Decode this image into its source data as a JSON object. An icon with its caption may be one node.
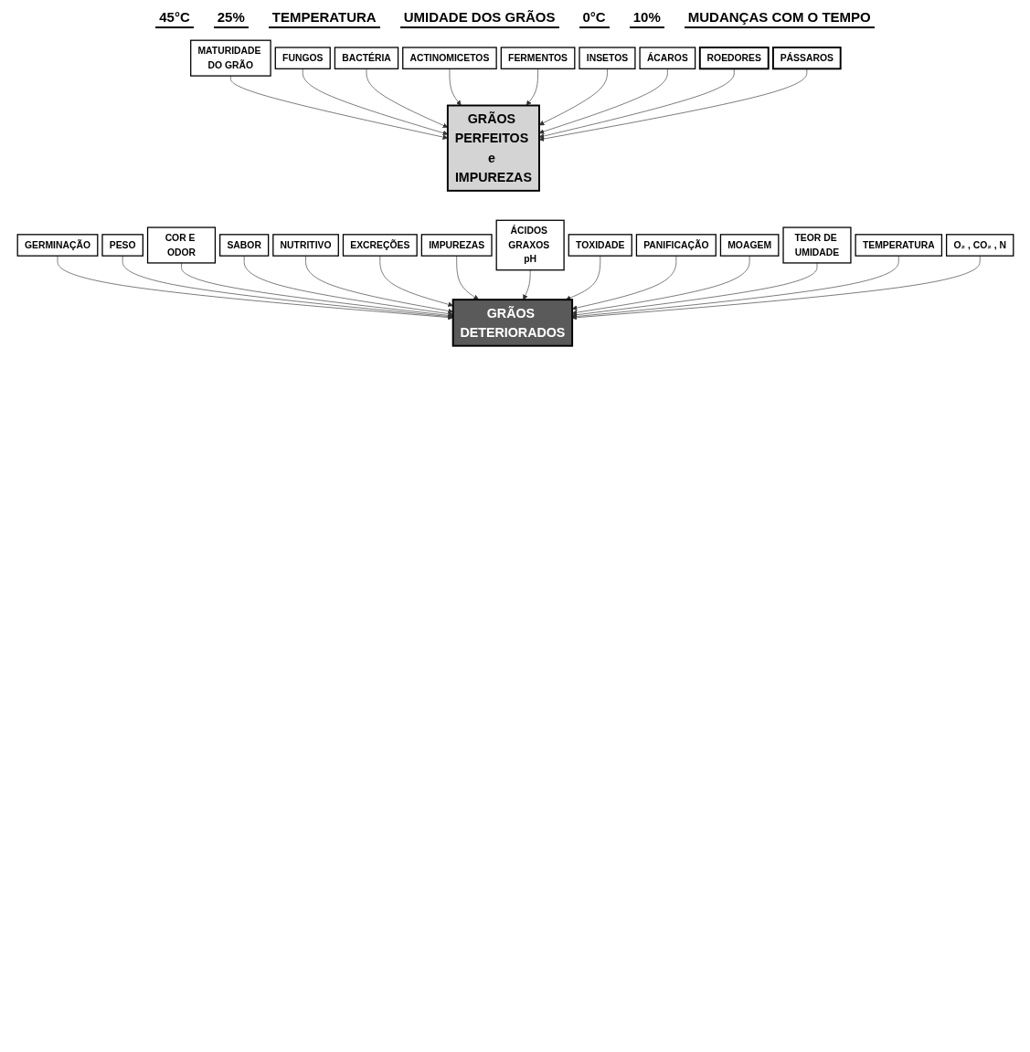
{
  "diagram": {
    "nodes": [
      {
        "text": [
          "MATURIDADE DO GRÃO"
        ]
      },
      {
        "text": [
          "FUNGOS"
        ]
      },
      {
        "text": [
          "BACTÉRIA"
        ]
      },
      {
        "text": [
          "ACTINOMICETOS"
        ]
      },
      {
        "text": [
          "FERMENTOS"
        ]
      },
      {
        "text": [
          "INSETOS"
        ]
      },
      {
        "text": [
          "ÁCAROS"
        ]
      },
      {
        "text": [
          "ROEDORES"
        ]
      },
      {
        "text": [
          "PÁSSAROS"
        ]
      },
      {
        "text": [
          "GRÃOS PERFEITOS e IMPUREZAS"
        ]
      },
      {
        "text": [
          "GERMINAÇÃO"
        ]
      },
      {
        "text": [
          "PESO"
        ]
      },
      {
        "text": [
          "COR E ODOR"
        ]
      },
      {
        "text": [
          "SABOR"
        ]
      },
      {
        "text": [
          "NUTRITIVO"
        ]
      },
      {
        "text": [
          "EXCREÇÕES"
        ]
      },
      {
        "text": [
          "IMPUREZAS"
        ]
      },
      {
        "text": [
          "ÁCIDOS GRAXOS pH"
        ]
      },
      {
        "text": [
          "TOXIDADE"
        ]
      },
      {
        "text": [
          "PANIFICAÇÃO"
        ]
      },
      {
        "text": [
          "MOAGEM"
        ]
      },
      {
        "text": [
          "TEOR DE UMIDADE"
        ]
      },
      {
        "text": [
          "TEMPERATURA"
        ]
      },
      {
        "text": [
          "O₂ , CO₂ , N"
        ]
      },
      {
        "text": [
          "GRÃOS DETERIORADOS"
        ]
      }
    ],
    "edges": [
      {
        "from": 0,
        "to": 9,
        "arrow": "to"
      },
      {
        "from": 1,
        "to": 9,
        "arrow": "to"
      },
      {
        "from": 2,
        "to": 9,
        "arrow": "to"
      },
      {
        "from": 3,
        "to": 9,
        "arrow": "to"
      },
      {
        "from": 4,
        "to": 9,
        "arrow": "to"
      },
      {
        "from": 5,
        "to": 9,
        "arrow": "to"
      },
      {
        "from": 6,
        "to": 9,
        "arrow": "to"
      },
      {
        "from": 7,
        "to": 9,
        "arrow": "to"
      },
      {
        "from": 8,
        "to": 9,
        "arrow": "to"
      },
      {
        "from": 10,
        "to": 24,
        "arrow": "to"
      },
      {
        "from": 11,
        "to": 24,
        "arrow": "to"
      },
      {
        "from": 12,
        "to": 24,
        "arrow": "to"
      },
      {
        "from": 13,
        "to": 24,
        "arrow": "to"
      },
      {
        "from": 14,
        "to": 24,
        "arrow": "to"
      },
      {
        "from": 15,
        "to": 24,
        "arrow": "to"
      },
      {
        "from": 16,
        "to": 24,
        "arrow": "to"
      },
      {
        "from": 17,
        "to": 24,
        "arrow": "to"
      },
      {
        "from": 18,
        "to": 24,
        "arrow": "to"
      },
      {
        "from": 19,
        "to": 24,
        "arrow": "to"
      },
      {
        "from": 20,
        "to": 24,
        "arrow": "to"
      },
      {
        "from": 21,
        "to": 24,
        "arrow": "to"
      },
      {
        "from": 22,
        "to": 24,
        "arrow": "to"
      },
      {
        "from": 23,
        "to": 24,
        "arrow": "to"
      }
    ],
    "labels": [
      "45°C",
      "25%",
      "TEMPERATURA",
      "UMIDADE DOS GRÃOS",
      "0°C",
      "10%",
      "MUDANÇAS COM O TEMPO"
    ]
  }
}
